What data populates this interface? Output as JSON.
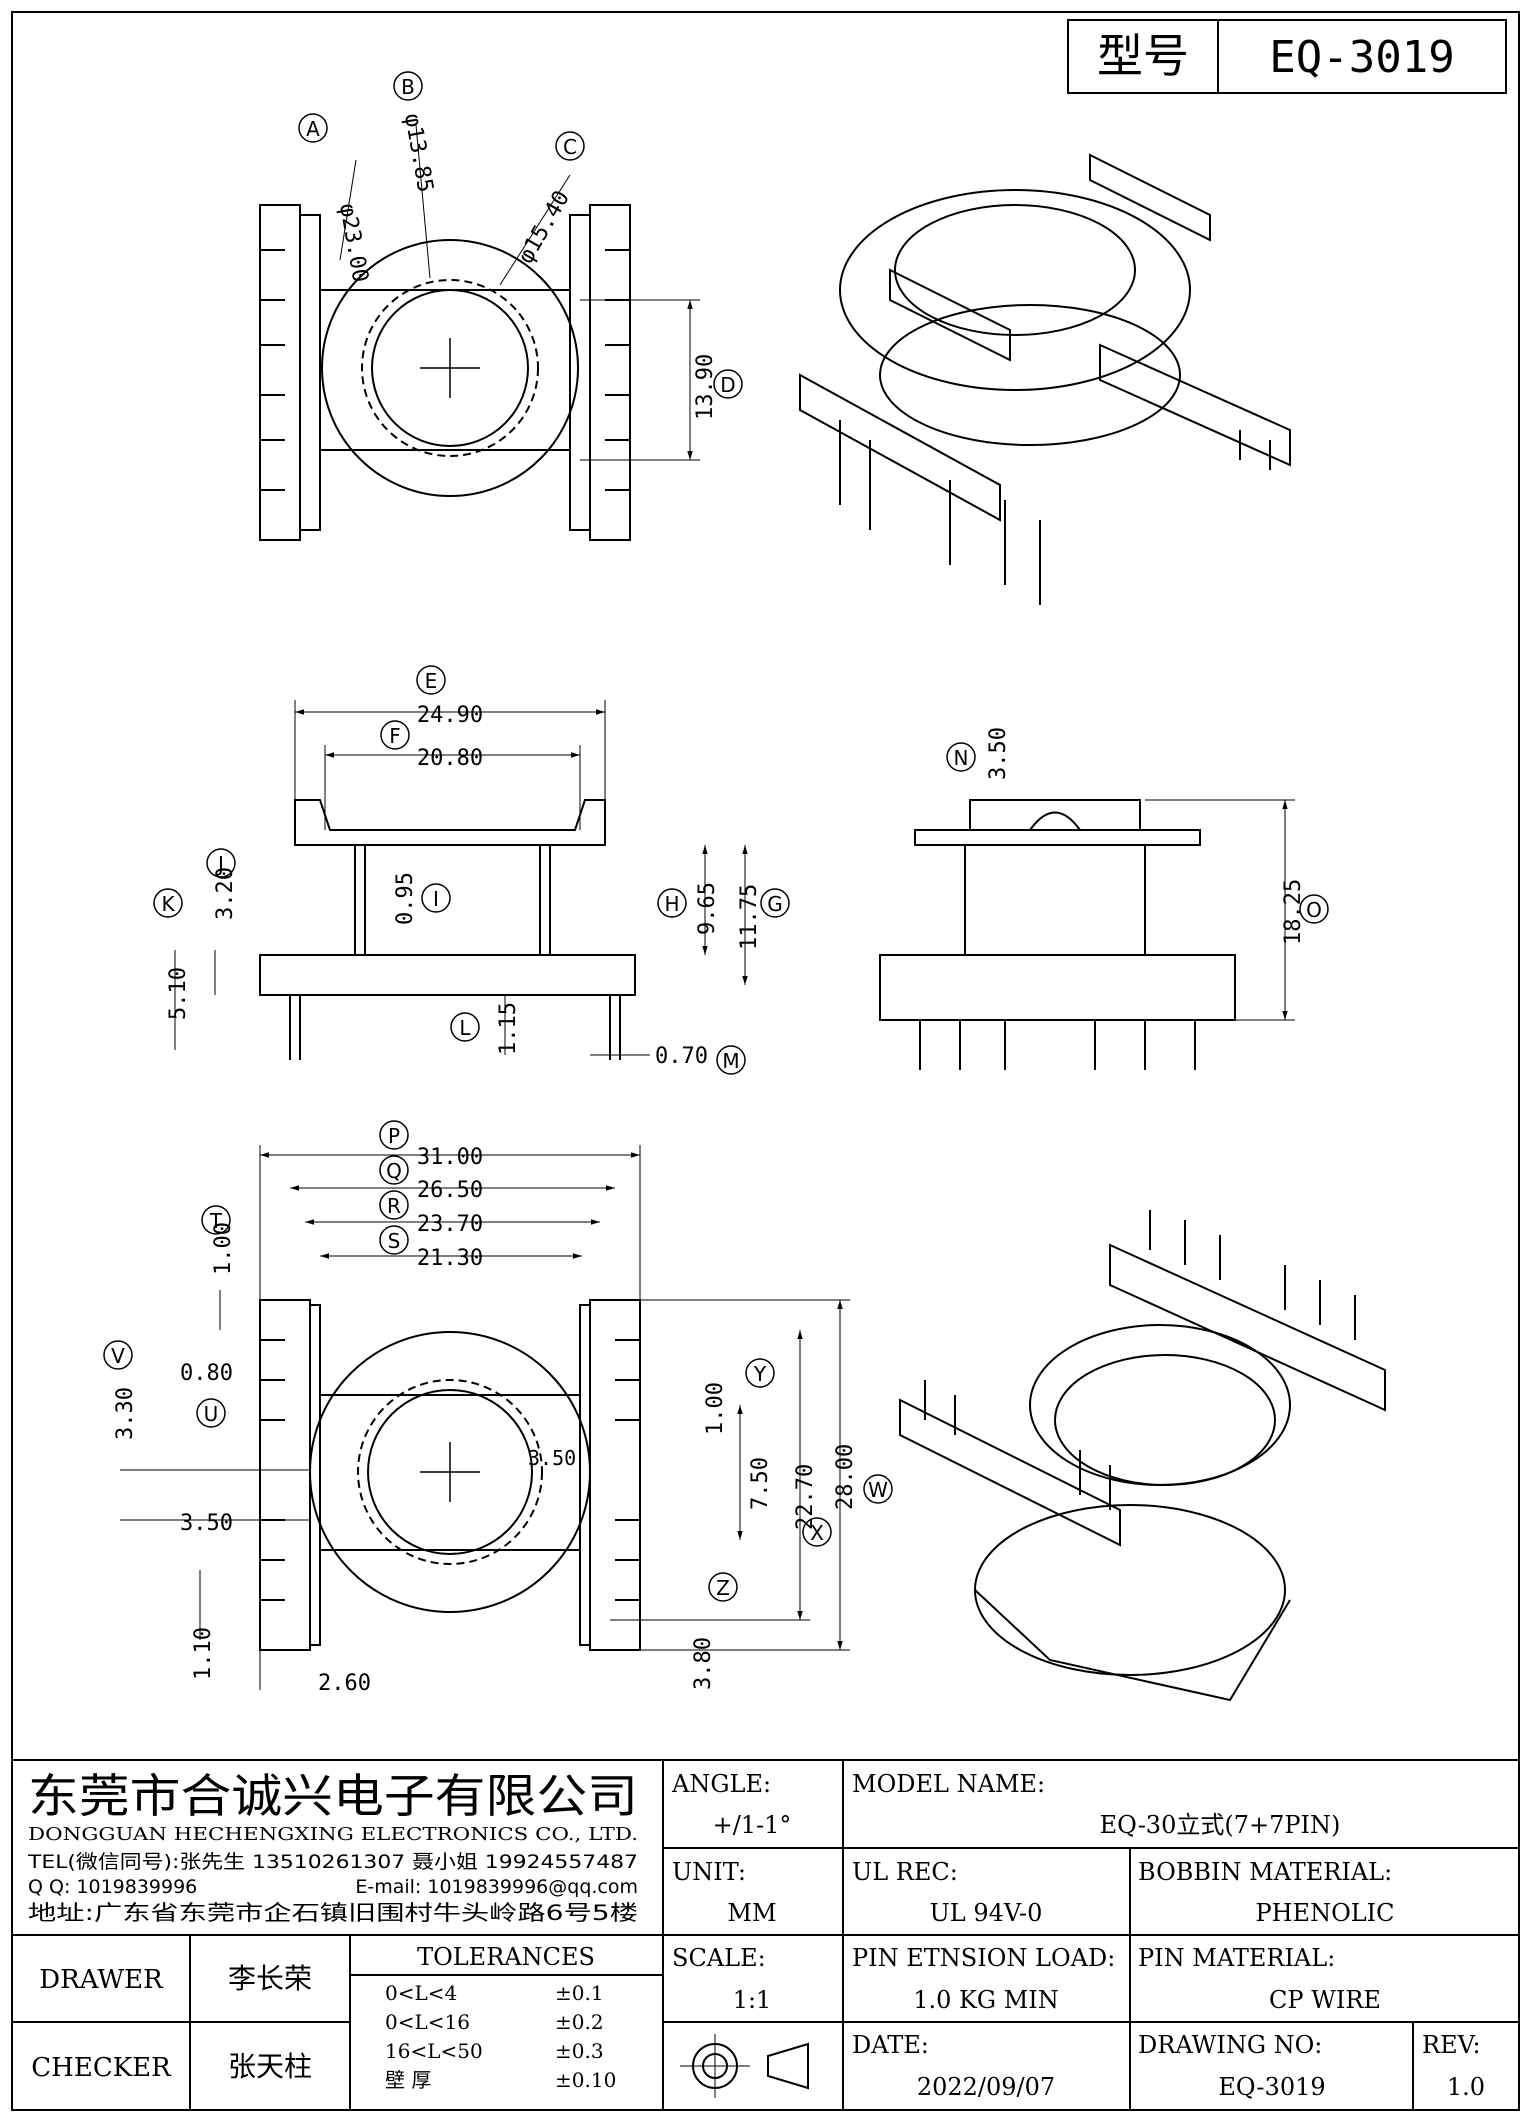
{
  "header": {
    "model_label": "型号",
    "model_value": "EQ-3019"
  },
  "top_view": {
    "callouts": {
      "A": "A",
      "B": "B",
      "C": "C",
      "D": "D"
    },
    "dims": {
      "A": "φ23.00",
      "B": "φ13.85",
      "C": "φ15.40",
      "D": "13.90"
    }
  },
  "front_view": {
    "callouts": {
      "E": "E",
      "F": "F",
      "G": "G",
      "H": "H",
      "I": "I",
      "J": "J",
      "K": "K",
      "L": "L",
      "M": "M"
    },
    "dims": {
      "E": "24.90",
      "F": "20.80",
      "G": "11.75",
      "H": "9.65",
      "I": "0.95",
      "J": "3.20",
      "K": "5.10",
      "L": "1.15",
      "M": "0.70"
    }
  },
  "side_view": {
    "callouts": {
      "N": "N",
      "O": "O"
    },
    "dims": {
      "N": "3.50",
      "O": "18.25"
    }
  },
  "bottom_view": {
    "callouts": {
      "P": "P",
      "Q": "Q",
      "R": "R",
      "S": "S",
      "T": "T",
      "U": "U",
      "V": "V",
      "W": "W",
      "X": "X",
      "Y": "Y",
      "Z": "Z"
    },
    "dims": {
      "P": "31.00",
      "Q": "26.50",
      "R": "23.70",
      "S": "21.30",
      "T": "1.00",
      "V_080": "0.80",
      "V": "3.30",
      "U": "3.50",
      "W": "28.00",
      "X": "22.70",
      "Y": "1.00",
      "Y2": "7.50",
      "Y3": "3.50",
      "Z": "3.80",
      "bot_110": "1.10",
      "bot_260": "2.60"
    }
  },
  "title_block": {
    "company_cn": "东莞市合诚兴电子有限公司",
    "company_en": "DONGGUAN HECHENGXING ELECTRONICS CO., LTD.",
    "tel": "TEL(微信同号):张先生 13510261307 聂小姐 19924557487",
    "qq": "Q Q: 1019839996",
    "email": "E-mail: 1019839996@qq.com",
    "address": "地址:广东省东莞市企石镇旧围村牛头岭路6号5楼",
    "angle_label": "ANGLE:",
    "angle_value": "+/1-1°",
    "unit_label": "UNIT:",
    "unit_value": "MM",
    "scale_label": "SCALE:",
    "scale_value": "1:1",
    "model_name_label": "MODEL NAME:",
    "model_name_value": "EQ-30立式(7+7PIN)",
    "ul_label": "UL REC:",
    "ul_value": "UL 94V-0",
    "bobbin_label": "BOBBIN MATERIAL:",
    "bobbin_value": "PHENOLIC",
    "pin_load_label": "PIN ETNSION LOAD:",
    "pin_load_value": "1.0 KG MIN",
    "pin_mat_label": "PIN MATERIAL:",
    "pin_mat_value": "CP WIRE",
    "date_label": "DATE:",
    "date_value": "2022/09/07",
    "drawing_no_label": "DRAWING NO:",
    "drawing_no_value": "EQ-3019",
    "rev_label": "REV:",
    "rev_value": "1.0",
    "drawer_label": "DRAWER",
    "drawer_value": "李长荣",
    "checker_label": "CHECKER",
    "checker_value": "张天柱",
    "tolerances_label": "TOLERANCES",
    "tolerances": [
      {
        "range": "0<L<4",
        "value": "±0.1"
      },
      {
        "range": "0<L<16",
        "value": "±0.2"
      },
      {
        "range": "16<L<50",
        "value": "±0.3"
      },
      {
        "range": "壁    厚",
        "value": "±0.10"
      }
    ]
  }
}
